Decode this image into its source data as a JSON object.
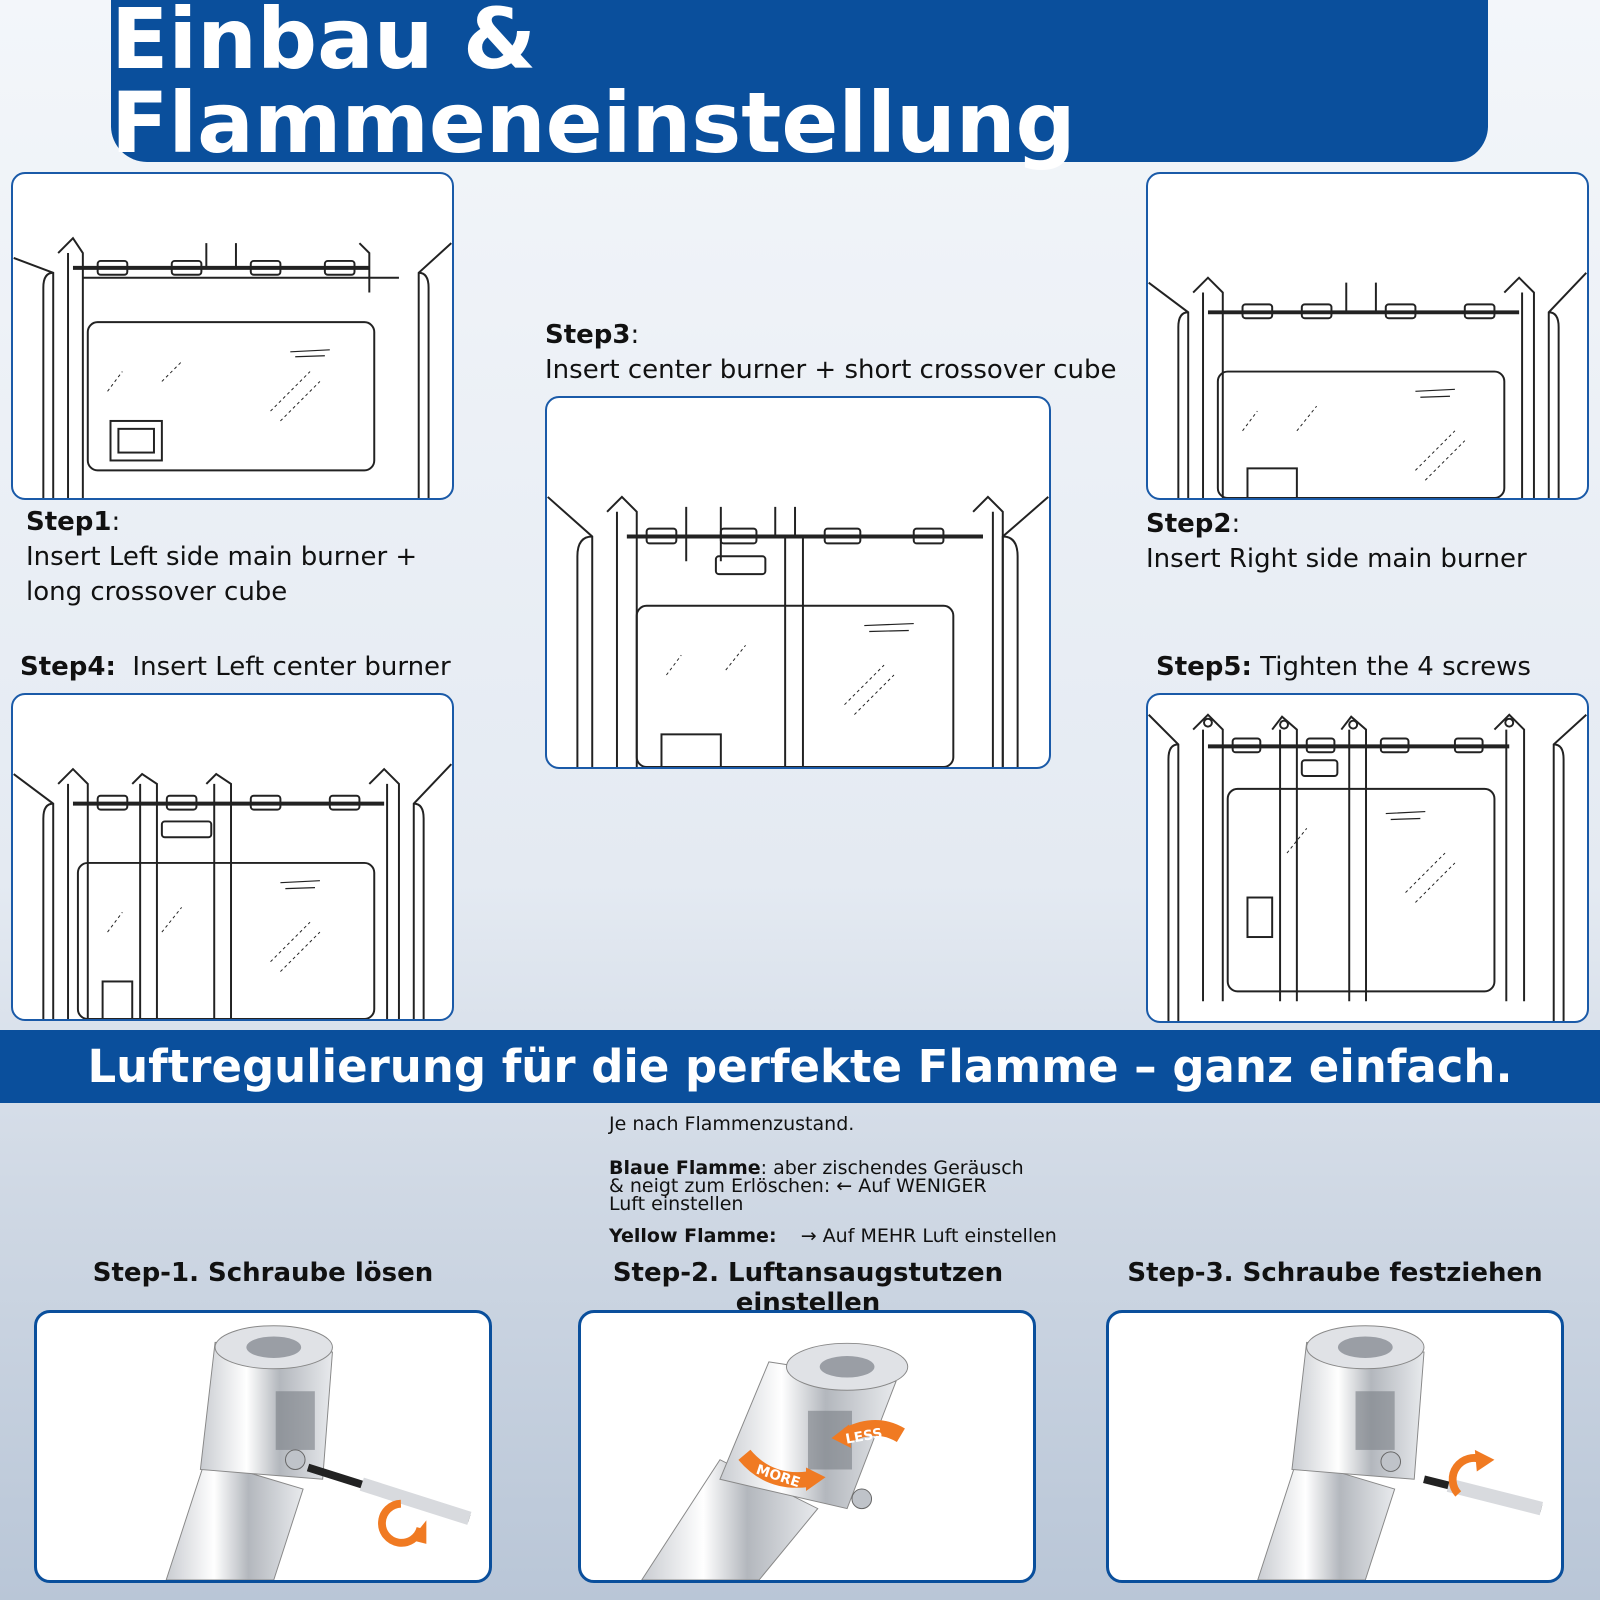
{
  "header": {
    "title": "Einbau & Flammeneinstellung"
  },
  "steps": {
    "step1": {
      "label": "Step1",
      "sep": ":",
      "text_line1": "Insert Left side main burner +",
      "text_line2": "long crossover cube"
    },
    "step2": {
      "label": "Step2",
      "sep": ":",
      "text": "Insert Right side main burner"
    },
    "step3": {
      "label": "Step3",
      "sep": ":",
      "text": "Insert center burner + short crossover cube"
    },
    "step4": {
      "label": "Step4:",
      "text": "Insert Left center burner"
    },
    "step5": {
      "label": "Step5:",
      "text": "Tighten the 4 screws"
    }
  },
  "air_section": {
    "banner": "Luftregulierung für die perfekte Flamme – ganz einfach.",
    "notes": {
      "intro": "Je nach Flammenzustand.",
      "blue_label": "Blaue Flamme",
      "blue_text_1": ": aber zischendes Geräusch",
      "blue_text_2": "& neigt zum Erlöschen: ← Auf WENIGER",
      "blue_text_3": "Luft einstellen",
      "yellow_label": "Yellow Flamme:",
      "yellow_text": "→ Auf MEHR Luft einstellen"
    },
    "adjust_steps": [
      {
        "title": "Step-1. Schraube lösen"
      },
      {
        "title": "Step-2. Luftansaugstutzen einstellen",
        "arrow_more": "MORE",
        "arrow_less": "LESS"
      },
      {
        "title": "Step-3. Schraube festziehen"
      }
    ]
  },
  "colors": {
    "brand_blue": "#0a4f9c",
    "panel_border": "#1a5aa8",
    "arrow_orange": "#f07a22"
  }
}
